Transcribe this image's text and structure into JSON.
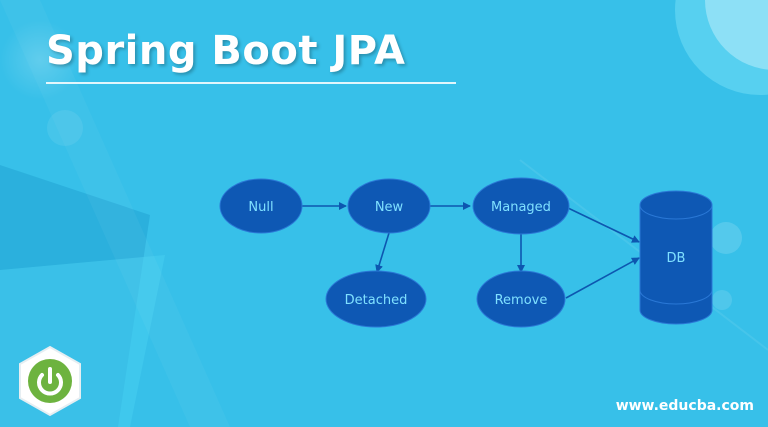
{
  "title": "Spring Boot JPA",
  "footer": {
    "url": "www.educba.com"
  },
  "logo": {
    "icon": "power-icon"
  },
  "colors": {
    "background": "#37c0e9",
    "node_fill": "#0e58b4",
    "node_stroke": "#2a78d6",
    "node_text": "#7fe0ff",
    "arrow": "#0d57b0",
    "logo_green": "#6db33f"
  },
  "diagram": {
    "nodes": [
      {
        "id": "null",
        "label": "Null",
        "shape": "ellipse"
      },
      {
        "id": "new",
        "label": "New",
        "shape": "ellipse"
      },
      {
        "id": "managed",
        "label": "Managed",
        "shape": "ellipse"
      },
      {
        "id": "detached",
        "label": "Detached",
        "shape": "ellipse"
      },
      {
        "id": "remove",
        "label": "Remove",
        "shape": "ellipse"
      },
      {
        "id": "db",
        "label": "DB",
        "shape": "cylinder"
      }
    ],
    "edges": [
      {
        "from": "null",
        "to": "new"
      },
      {
        "from": "new",
        "to": "managed"
      },
      {
        "from": "new",
        "to": "detached"
      },
      {
        "from": "managed",
        "to": "remove"
      },
      {
        "from": "managed",
        "to": "db"
      },
      {
        "from": "remove",
        "to": "db"
      }
    ]
  }
}
